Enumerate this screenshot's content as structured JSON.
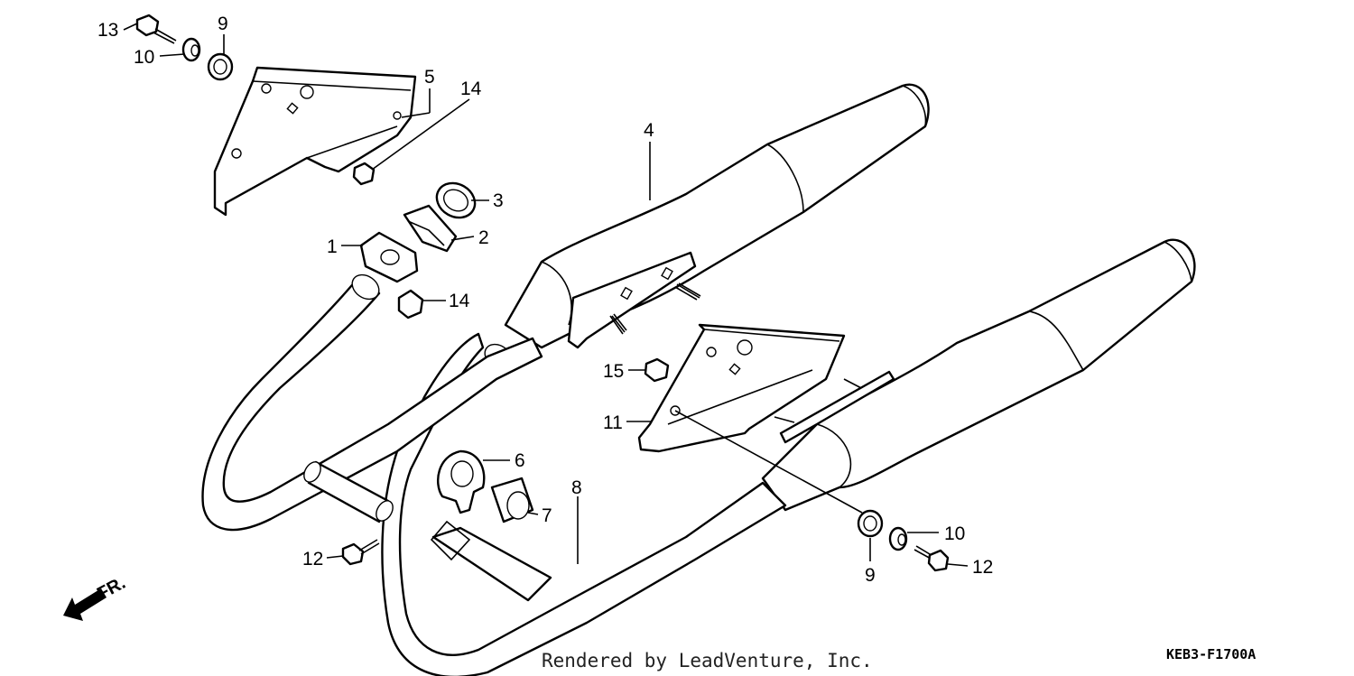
{
  "callouts": [
    {
      "id": "c-1",
      "text": "1"
    },
    {
      "id": "c-2",
      "text": "2"
    },
    {
      "id": "c-3",
      "text": "3"
    },
    {
      "id": "c-4",
      "text": "4"
    },
    {
      "id": "c-5",
      "text": "5"
    },
    {
      "id": "c-6",
      "text": "6"
    },
    {
      "id": "c-7",
      "text": "7"
    },
    {
      "id": "c-8",
      "text": "8"
    },
    {
      "id": "c-9a",
      "text": "9"
    },
    {
      "id": "c-9b",
      "text": "9"
    },
    {
      "id": "c-10a",
      "text": "10"
    },
    {
      "id": "c-10b",
      "text": "10"
    },
    {
      "id": "c-11",
      "text": "11"
    },
    {
      "id": "c-12a",
      "text": "12"
    },
    {
      "id": "c-12b",
      "text": "12"
    },
    {
      "id": "c-13",
      "text": "13"
    },
    {
      "id": "c-14a",
      "text": "14"
    },
    {
      "id": "c-14b",
      "text": "14"
    },
    {
      "id": "c-15",
      "text": "15"
    }
  ],
  "direction_label": "FR.",
  "footer_text": "Rendered by LeadVenture, Inc.",
  "diagram_code": "KEB3-F1700A"
}
